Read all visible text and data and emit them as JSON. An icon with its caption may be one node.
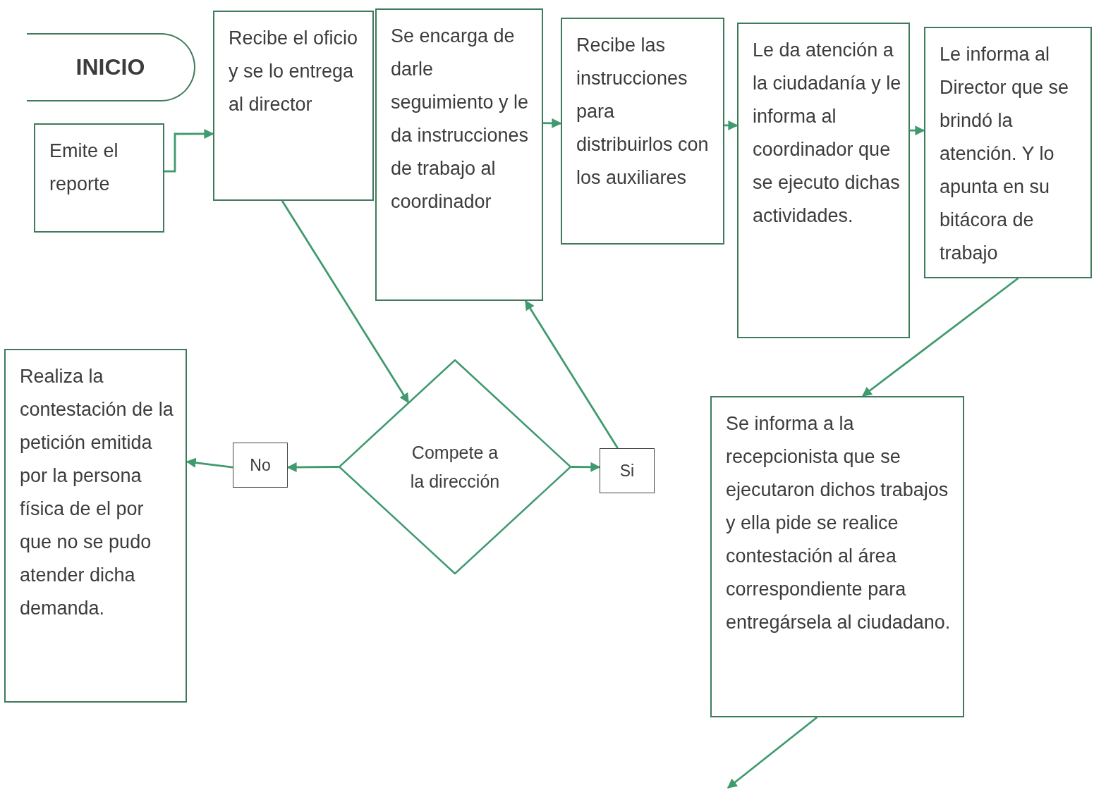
{
  "diagram": {
    "nodes": [
      {
        "text": [
          "INICIO"
        ]
      },
      {
        "text": [
          "Emite el reporte"
        ]
      },
      {
        "text": [
          "Recibe el oficio y se lo entrega al director"
        ]
      },
      {
        "text": [
          "Se encarga de darle seguimiento y le da instrucciones de trabajo al coordinador"
        ]
      },
      {
        "text": [
          "Recibe las instrucciones para distribuirlos con los auxiliares"
        ]
      },
      {
        "text": [
          "Le da atención a la ciudadanía y le informa al coordinador que se ejecuto dichas actividades."
        ]
      },
      {
        "text": [
          "Le informa al Director que se brindó la atención. Y lo apunta en su bitácora de trabajo"
        ]
      },
      {
        "text": [
          "Compete a la dirección"
        ]
      },
      {
        "text": [
          "No"
        ]
      },
      {
        "text": [
          "Si"
        ]
      },
      {
        "text": [
          "Realiza la contestación de la petición emitida por la persona física de el por que no se pudo atender dicha demanda."
        ]
      },
      {
        "text": [
          "Se informa a la recepcionista que se ejecutaron dichos trabajos y ella pide se realice contestación al área correspondiente para entregársela al ciudadano."
        ]
      }
    ],
    "edges": [
      {
        "from": 1,
        "to": 2,
        "arrow": "to"
      },
      {
        "from": 2,
        "to": 7,
        "arrow": "to"
      },
      {
        "from": 3,
        "to": 4,
        "arrow": "to"
      },
      {
        "from": 4,
        "to": 5,
        "arrow": "to"
      },
      {
        "from": 5,
        "to": 6,
        "arrow": "to"
      },
      {
        "from": 6,
        "to": 11,
        "arrow": "to"
      },
      {
        "from": 7,
        "to": 8,
        "arrow": "to"
      },
      {
        "from": 8,
        "to": 10,
        "arrow": "to"
      },
      {
        "from": 7,
        "to": 9,
        "arrow": "to"
      },
      {
        "from": 9,
        "to": 3,
        "arrow": "to"
      },
      {
        "from": 11,
        "to": null,
        "arrow": "to"
      }
    ]
  }
}
